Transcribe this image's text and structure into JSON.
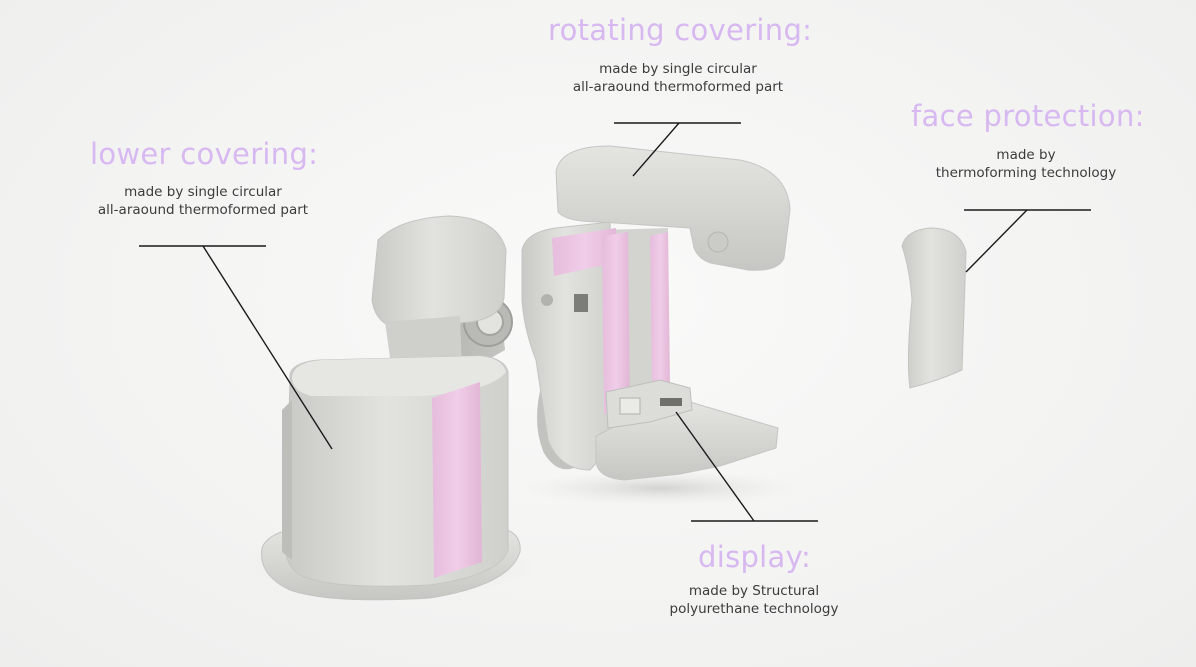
{
  "colors": {
    "heading": "#d7b8f0",
    "accent_panel": "#ecc6e2",
    "text": "#3c3c3c",
    "leader": "#1a1a1a",
    "shell": "#d9dad6"
  },
  "callouts": {
    "rotating": {
      "title": "rotating covering:",
      "line1": "made by single circular",
      "line2": "all-araound thermoformed part"
    },
    "face": {
      "title": "face protection:",
      "line1": "made by",
      "line2": "thermoforming technology"
    },
    "lower": {
      "title": "lower covering:",
      "line1": "made by single circular",
      "line2": "all-araound thermoformed part"
    },
    "display": {
      "title": "display:",
      "line1": "made by Structural",
      "line2": "polyurethane technology"
    }
  }
}
